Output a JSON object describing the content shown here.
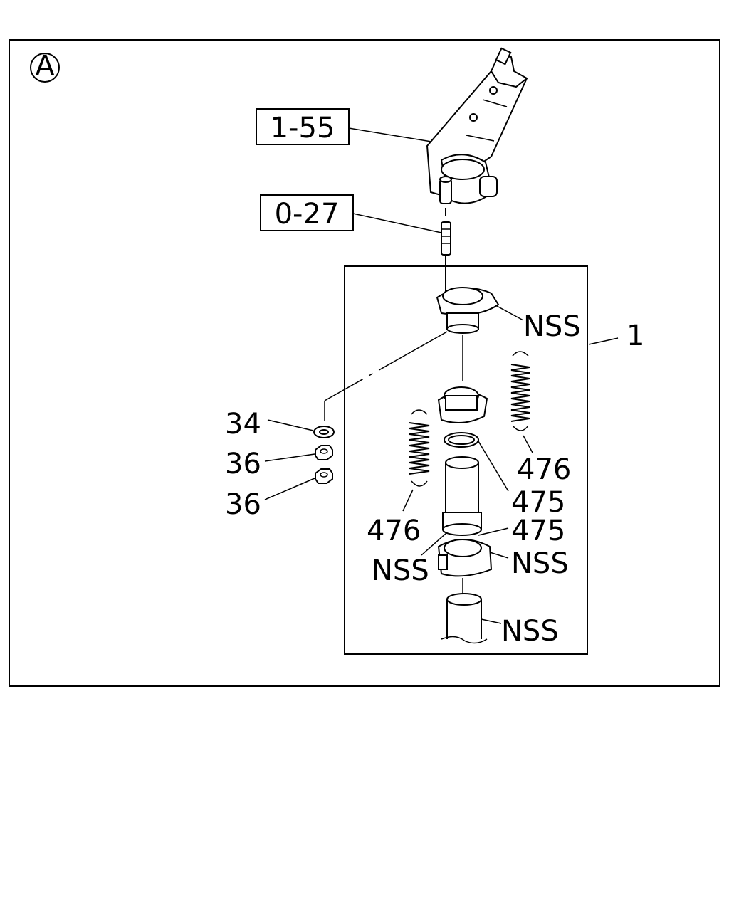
{
  "callouts": {
    "view": "A",
    "ref_1_55": "1-55",
    "ref_0_27": "0-27",
    "assembly": "1",
    "washer": "34",
    "nut_upper": "36",
    "nut_lower": "36",
    "nss_flange_top": "NSS",
    "nss_inner_ring": "NSS",
    "nss_flange_bottom": "NSS",
    "nss_pipe": "NSS",
    "spring_right": "476",
    "spring_left": "476",
    "gasket_upper": "475",
    "gasket_lower": "475"
  },
  "colors": {
    "ink": "#000000",
    "paper": "#ffffff"
  }
}
